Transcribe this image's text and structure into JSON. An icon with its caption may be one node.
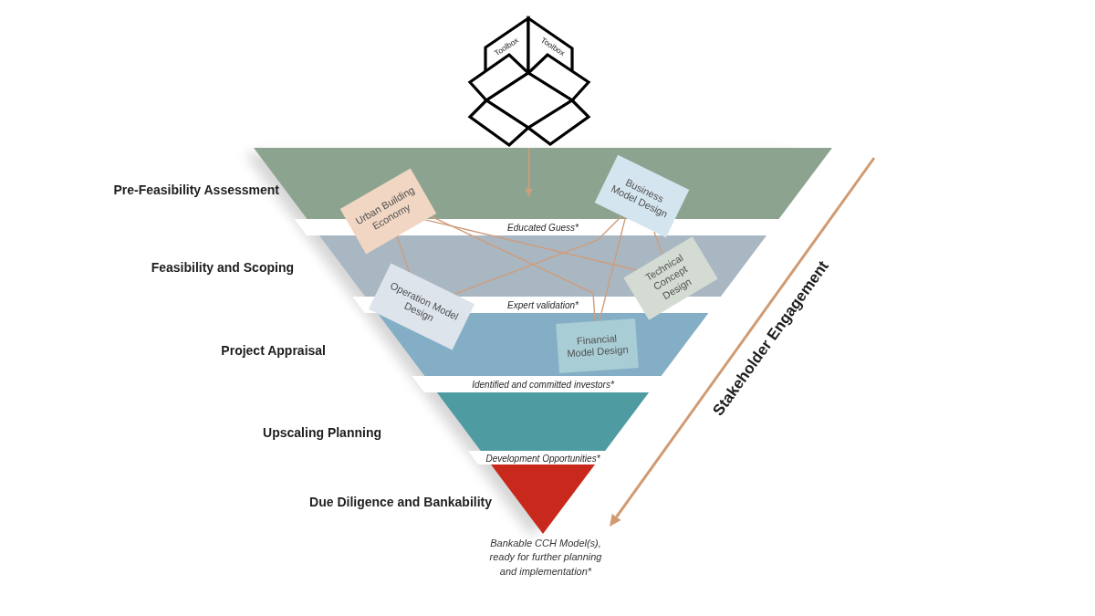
{
  "diagram": {
    "nodes": [
      {
        "text": [
          "Toolbox",
          "Toolbox"
        ]
      },
      {
        "text": [
          "Urban Building Economy"
        ]
      },
      {
        "text": [
          "Business Model Design"
        ]
      },
      {
        "text": [
          "Operation Model Design"
        ]
      },
      {
        "text": [
          "Technical Concept Design"
        ]
      },
      {
        "text": [
          "Financial Model Design"
        ]
      }
    ],
    "edges": [
      {
        "from": 0,
        "to": null,
        "arrow": "to"
      },
      {
        "from": 1,
        "to": 4,
        "arrow": "none"
      },
      {
        "from": 1,
        "to": 5,
        "arrow": "none"
      },
      {
        "from": 1,
        "to": 3,
        "arrow": "none"
      },
      {
        "from": 3,
        "to": 2,
        "arrow": "none"
      },
      {
        "from": 2,
        "to": 5,
        "arrow": "none"
      },
      {
        "from": 2,
        "to": 4,
        "arrow": "none"
      }
    ],
    "labels": [
      "Pre-Feasibility Assessment",
      "Educated Guess*",
      "Feasibility and Scoping",
      "Expert validation*",
      "Project Appraisal",
      "Identified and committed investors*",
      "Upscaling Planning",
      "Development Opportunities*",
      "Due Diligence and Bankability",
      "Bankable CCH Model(s), ready for further planning and implementation*",
      "Stakeholder Engagement"
    ]
  }
}
